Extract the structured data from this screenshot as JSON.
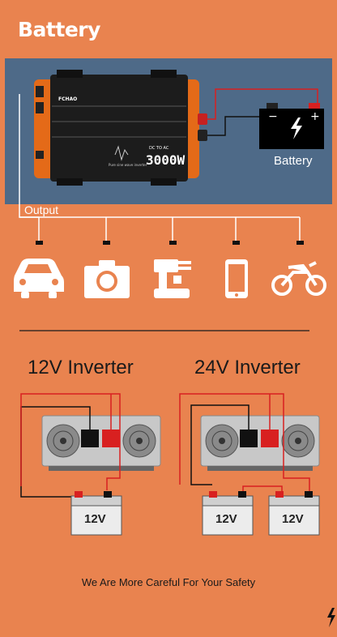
{
  "title": "Battery",
  "inverter": {
    "brand": "FCHAO",
    "subtitle": "DC TO AC",
    "wave_text": "Pure sine wave inverter",
    "power": "3000W"
  },
  "battery_label": "Battery",
  "output_label": "Output",
  "devices": [
    {
      "icon": "car-icon"
    },
    {
      "icon": "camera-icon"
    },
    {
      "icon": "appliance-icon"
    },
    {
      "icon": "phone-icon"
    },
    {
      "icon": "motorcycle-icon"
    }
  ],
  "diagram_12v": {
    "heading": "12V Inverter",
    "batteries": [
      "12V"
    ]
  },
  "diagram_24v": {
    "heading": "24V Inverter",
    "batteries": [
      "12V",
      "12V"
    ]
  },
  "footer": "We Are More Careful For Your Safety",
  "colors": {
    "background": "#e9834f",
    "panel": "#4e6a88",
    "wire_red": "#d82020",
    "wire_black": "#111111"
  }
}
